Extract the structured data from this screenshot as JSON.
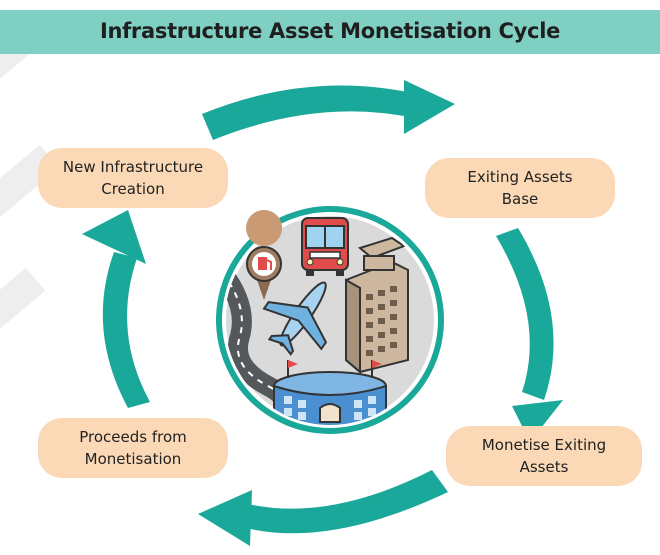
{
  "title": "Infrastructure Asset Monetisation Cycle",
  "stages": {
    "new_infra": {
      "line1": "New Infrastructure",
      "line2": "Creation"
    },
    "existing": {
      "line1": "Exiting Assets",
      "line2": "Base"
    },
    "monetise": {
      "line1": "Monetise Exiting",
      "line2": "Assets"
    },
    "proceeds": {
      "line1": "Proceeds from",
      "line2": "Monetisation"
    }
  },
  "colors": {
    "arrow": "#19a89a",
    "pill": "#fbd9b6",
    "title_bar": "#7fd0c3",
    "circle_ring": "#19a89a",
    "circle_fill": "#d9dad9"
  },
  "icons": [
    "bus-icon",
    "fuel-station-icon",
    "airplane-icon",
    "office-building-icon",
    "road-icon",
    "stadium-icon"
  ]
}
